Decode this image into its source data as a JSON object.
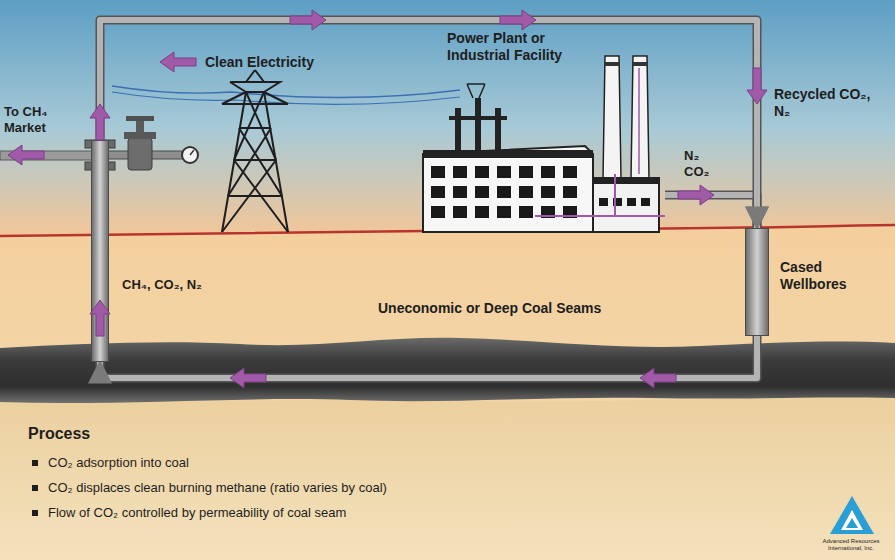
{
  "diagram": {
    "nodes": [
      {
        "text": [
          "Power Plant or Industrial Facility"
        ]
      },
      {
        "text": [
          "Cased Wellbores"
        ]
      },
      {
        "text": [
          "CH₄, CO₂, N₂"
        ]
      }
    ],
    "edges": [
      {
        "from": 0,
        "to": 1,
        "arrow": "to"
      },
      {
        "from": 1,
        "to": 2,
        "arrow": "to"
      },
      {
        "from": 2,
        "to": 1,
        "arrow": "to"
      }
    ],
    "labels": [
      "Clean Electricity",
      "To CH₄ Market",
      "Recycled CO₂, N₂",
      "N₂ CO₂",
      "Uneconomic or Deep Coal Seams",
      "Process",
      "CO₂ adsorption into coal",
      "CO₂ displaces clean burning methane (ratio varies by coal)",
      "Flow of CO₂ controlled by permeability of coal seam",
      "Advanced Resources International, Inc."
    ]
  }
}
